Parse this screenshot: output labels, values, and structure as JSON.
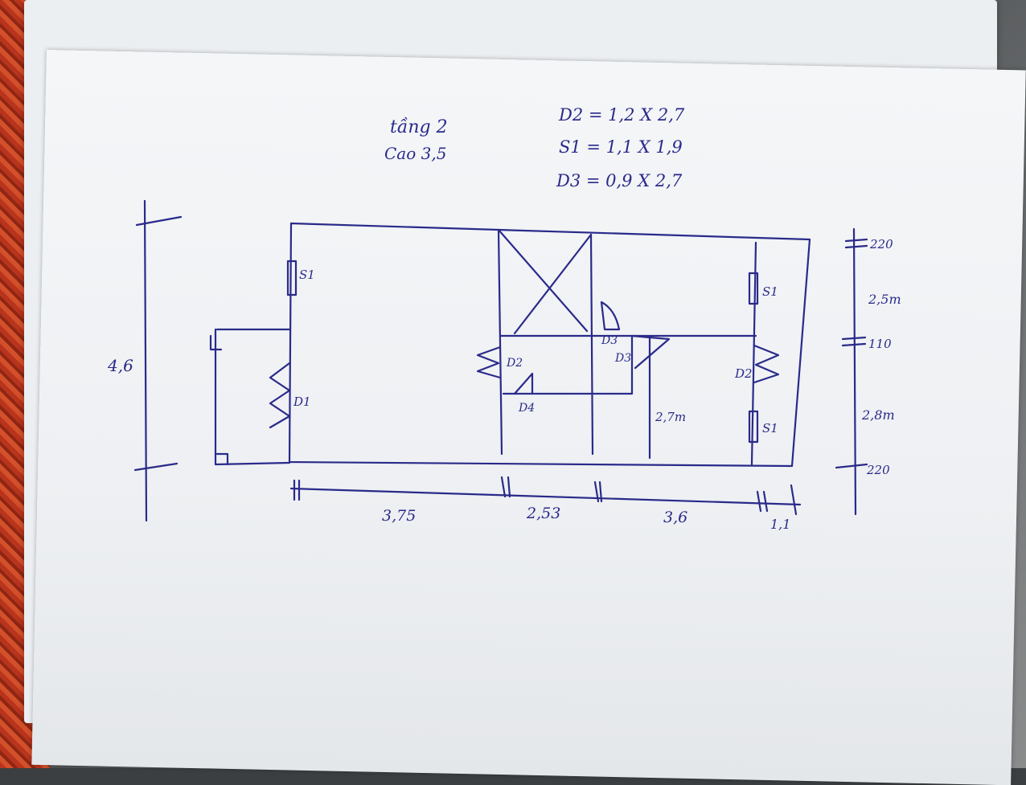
{
  "header": {
    "floor": "tầng 2",
    "height": "Cao 3,5"
  },
  "specs": [
    "D2 = 1,2 X 2,7",
    "S1 = 1,1 X 1,9",
    "D3 = 0,9 X 2,7"
  ],
  "labels": {
    "s1_left": "S1",
    "s1_right_top": "S1",
    "s1_right_bottom": "S1",
    "d1": "D1",
    "d2_left": "D2",
    "d2_right": "D2",
    "d3_top": "D3",
    "d3_mid": "D3",
    "d4": "D4",
    "room_height": "2,7m"
  },
  "dimensions": {
    "left_total": "4,6",
    "bottom": [
      "3,75",
      "2,53",
      "3,6",
      "1,1"
    ],
    "right": [
      "220",
      "2,5m",
      "110",
      "2,8m",
      "220"
    ]
  },
  "colors": {
    "ink": "#2a2a8a",
    "paper": "#f0f2f5"
  }
}
